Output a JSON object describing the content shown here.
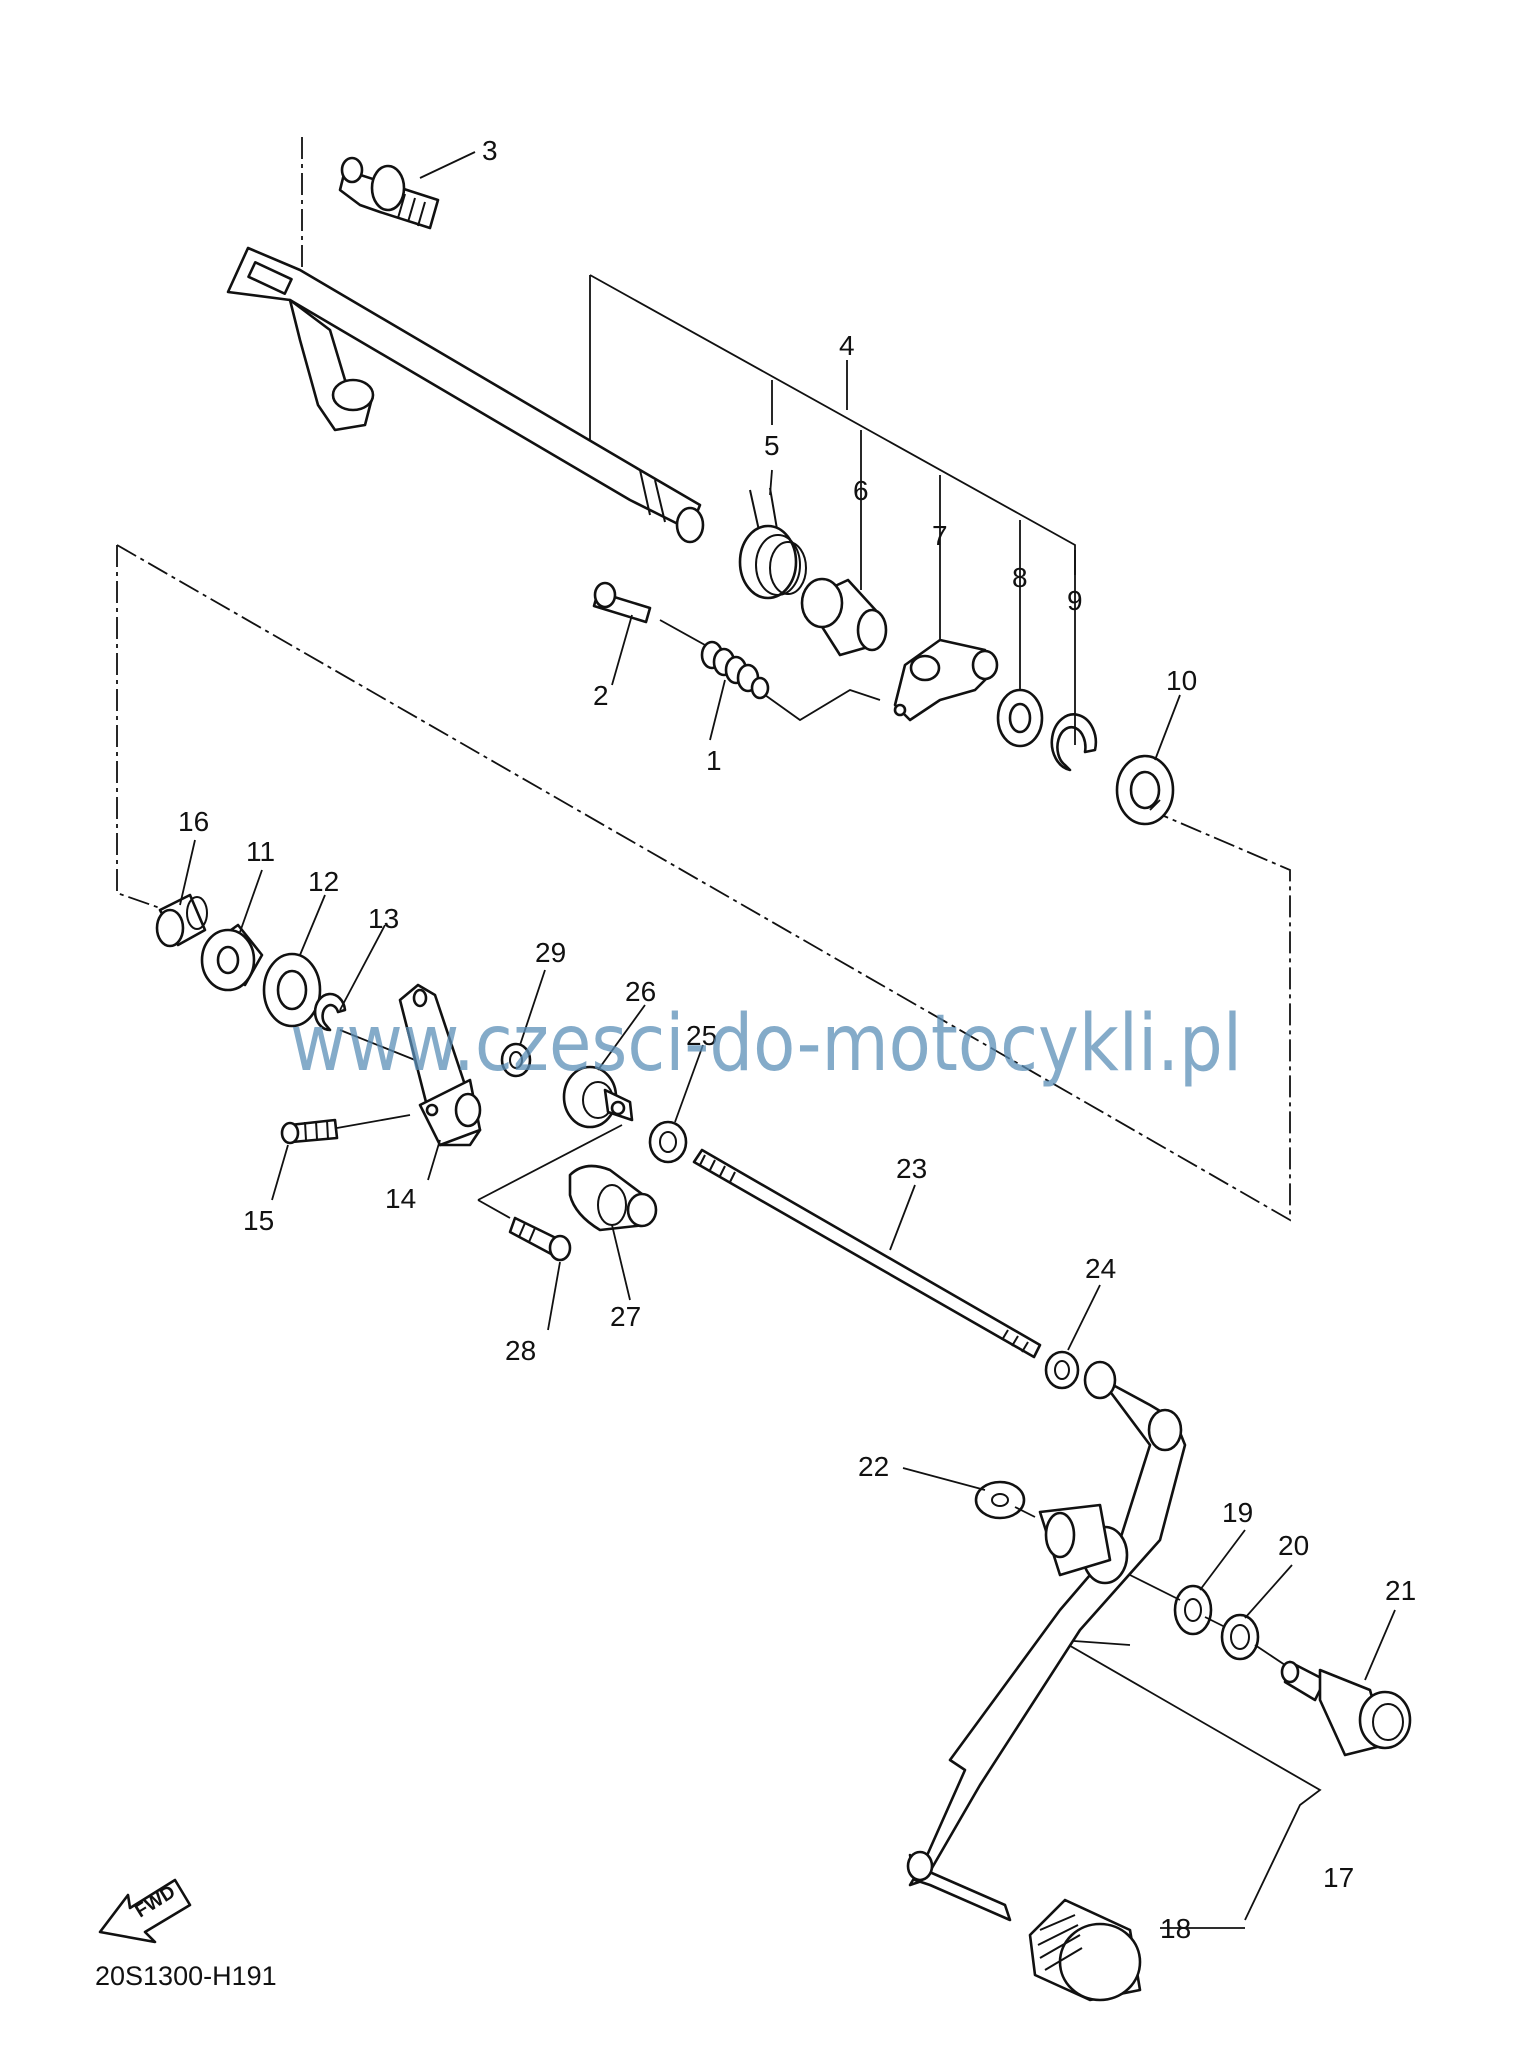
{
  "diagram": {
    "callouts": [
      "1",
      "2",
      "3",
      "4",
      "5",
      "6",
      "7",
      "8",
      "9",
      "10",
      "11",
      "12",
      "13",
      "14",
      "15",
      "16",
      "17",
      "18",
      "19",
      "20",
      "21",
      "22",
      "23",
      "24",
      "25",
      "26",
      "27",
      "28",
      "29"
    ],
    "watermark": "www.czesci-do-motocykli.pl",
    "fwd_label": "FWD",
    "drawing_code": "20S1300-H191"
  }
}
